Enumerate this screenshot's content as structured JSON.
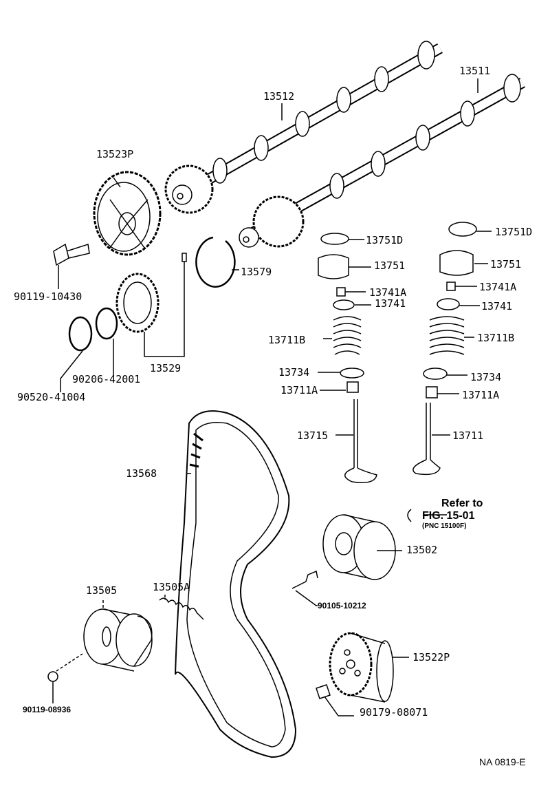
{
  "parts": {
    "camshaft_exhaust": "13512",
    "camshaft_intake": "13511",
    "camshaft_pulley": "13523P",
    "pulley_bolt": "90119-10430",
    "snap_ring_13579": "13579",
    "washer_90206": "90206-42001",
    "snap_ring_90520": "90520-41004",
    "sub_gear": "13529",
    "shim_left": "13751D",
    "shim_right": "13751D",
    "lifter_left": "13751",
    "lifter_right": "13751",
    "keeper_left": "13741A",
    "keeper_right": "13741A",
    "retainer_left": "13741",
    "retainer_right": "13741",
    "spring_left": "13711B",
    "spring_right": "13711B",
    "seat_left": "13734",
    "seat_right": "13734",
    "seal_left": "13711A",
    "seal_right": "13711A",
    "valve_exhaust": "13715",
    "valve_intake": "13711",
    "timing_belt": "13568",
    "idler_pulley": "13502",
    "idler_bolt": "90105-10212",
    "tensioner": "13505",
    "tension_spring": "13505A",
    "crank_pulley": "13522P",
    "tensioner_bolt": "90119-08936",
    "crank_bolt": "90179-08071"
  },
  "reference": {
    "line1": "Refer to",
    "line2": "FIG. 15-01",
    "line3": "(PNC 15100F)"
  },
  "figure_code": "NA 0819-E"
}
